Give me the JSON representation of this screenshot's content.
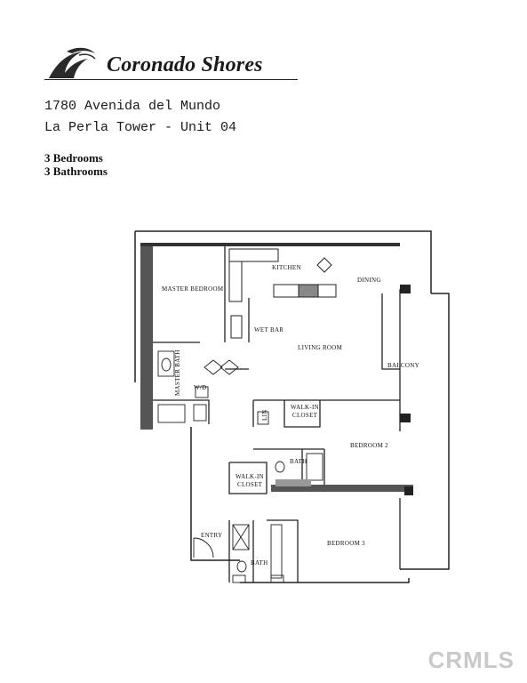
{
  "brand": {
    "name": "Coronado Shores",
    "logo_icon": "wave-icon"
  },
  "listing": {
    "address": "1780 Avenida del Mundo",
    "unit_line": "La Perla Tower - Unit 04",
    "bedrooms": "3 Bedrooms",
    "bathrooms": "3 Bathrooms"
  },
  "floor_plan": {
    "rooms": {
      "kitchen": "KITCHEN",
      "dining": "DINING",
      "master_bedroom": "MASTER BEDROOM",
      "wet_bar": "WET BAR",
      "living_room": "LIVING ROOM",
      "balcony": "BALCONY",
      "master_bath": "MASTER BATH",
      "wd": "W/D",
      "lin": "LIN",
      "walk_in_closet_1a": "WALK-IN",
      "walk_in_closet_1b": "CLOSET",
      "bedroom_2": "BEDROOM 2",
      "bath_1": "BATH",
      "walk_in_closet_2a": "WALK-IN",
      "walk_in_closet_2b": "CLOSET",
      "entry": "ENTRY",
      "bedroom_3": "BEDROOM 3",
      "bath_2": "BATH"
    }
  },
  "watermark": "CRMLS"
}
